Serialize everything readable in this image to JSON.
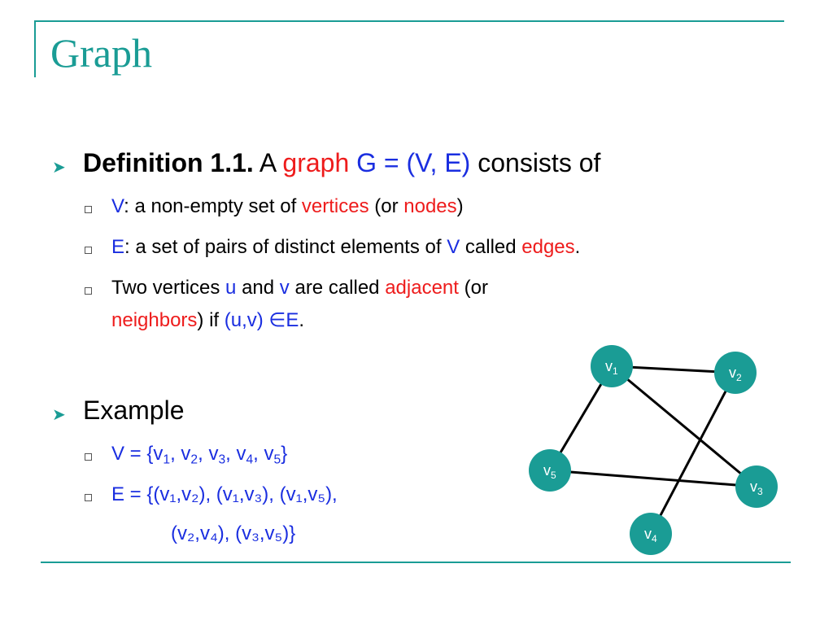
{
  "title": "Graph",
  "def": {
    "heading": "Definition 1.1.",
    "a": " A ",
    "graph": "graph",
    "space": " ",
    "g_eq": "G = (V, E)",
    "rest": " consists of",
    "items": [
      {
        "v": "V",
        "t1": ": a non-empty set of ",
        "vertices": "vertices",
        "t2": " (or ",
        "nodes": "nodes",
        "t3": ")"
      },
      {
        "e": "E",
        "t1": ": a set of pairs of distinct elements of ",
        "v": "V",
        "t2": " called ",
        "edges": "edges",
        "t3": "."
      },
      {
        "t1": "Two vertices ",
        "u": "u",
        "t2": " and ",
        "v": "v",
        "t3": " are called ",
        "adjacent": "adjacent",
        "t4": " (or",
        "neighbors": "neighbors",
        "t5": ") if ",
        "uv": "(u,v)",
        "elem": " ∈E",
        "t6": "."
      }
    ]
  },
  "example": {
    "heading": "Example",
    "vset": {
      "prefix": "V = {",
      "items": [
        {
          "base": "v",
          "sub": "1"
        },
        {
          "base": "v",
          "sub": "2"
        },
        {
          "base": "v",
          "sub": "3"
        },
        {
          "base": "v",
          "sub": "4"
        },
        {
          "base": "v",
          "sub": "5"
        }
      ],
      "suffix": "}"
    },
    "eset": {
      "line1": "E = {(v₁,v₂), (v₁,v₃), (v₁,v₅),",
      "line2": "(v₂,v₄), (v₃,v₅)}"
    }
  },
  "graph": {
    "node_color": "#1a9c95",
    "edge_color": "#000000",
    "nodes": [
      {
        "id": "v1",
        "base": "v",
        "sub": "1"
      },
      {
        "id": "v2",
        "base": "v",
        "sub": "2"
      },
      {
        "id": "v3",
        "base": "v",
        "sub": "3"
      },
      {
        "id": "v4",
        "base": "v",
        "sub": "4"
      },
      {
        "id": "v5",
        "base": "v",
        "sub": "5"
      }
    ],
    "edges": [
      [
        "v1",
        "v2"
      ],
      [
        "v1",
        "v3"
      ],
      [
        "v1",
        "v5"
      ],
      [
        "v2",
        "v4"
      ],
      [
        "v3",
        "v5"
      ]
    ]
  }
}
